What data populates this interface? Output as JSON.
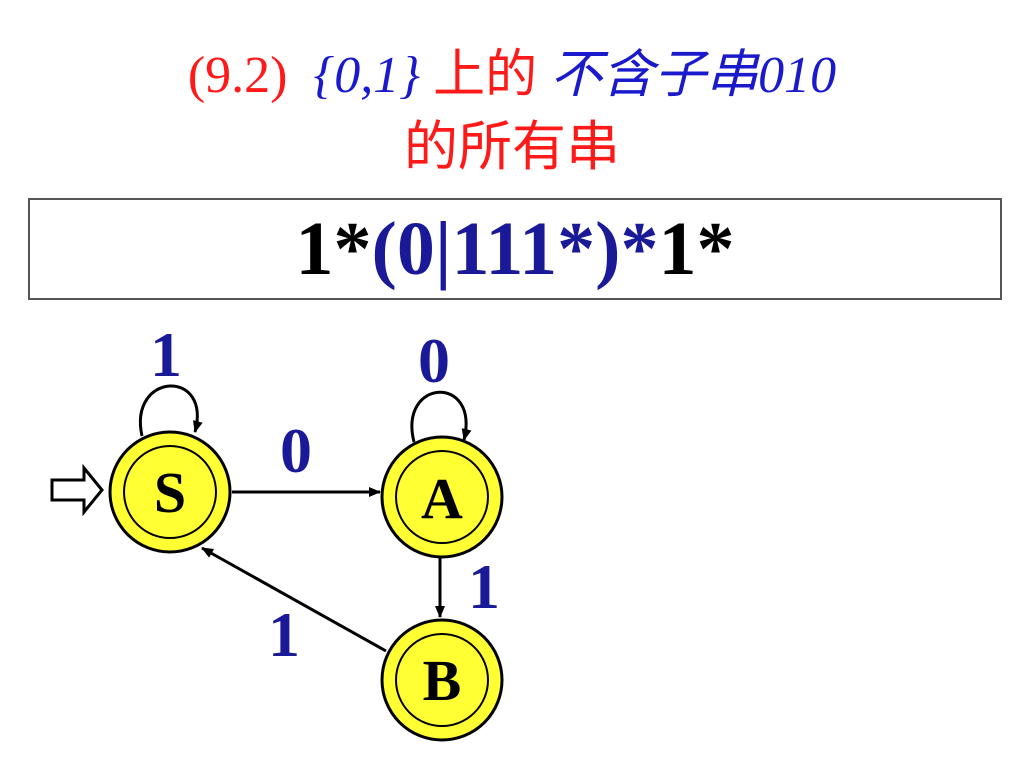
{
  "title": {
    "line1": {
      "number": "(9.2)",
      "set": "{0,1}",
      "on": "上的",
      "phrase": "不含子串",
      "substring": "010"
    },
    "line2": "的所有串"
  },
  "regex": {
    "part1": "1*",
    "part2": "(0|111*)*",
    "part3": "1*"
  },
  "dfa": {
    "states": [
      {
        "id": "S",
        "label": "S",
        "start": true
      },
      {
        "id": "A",
        "label": "A"
      },
      {
        "id": "B",
        "label": "B"
      }
    ],
    "transitions": [
      {
        "from": "S",
        "to": "S",
        "label": "1"
      },
      {
        "from": "A",
        "to": "A",
        "label": "0"
      },
      {
        "from": "S",
        "to": "A",
        "label": "0"
      },
      {
        "from": "A",
        "to": "B",
        "label": "1"
      },
      {
        "from": "B",
        "to": "S",
        "label": "1"
      }
    ]
  },
  "colors": {
    "title_red": "#ff1a1a",
    "title_blue": "#1a1acc",
    "label_blue": "#1a1a99",
    "state_fill": "#ffff33"
  }
}
